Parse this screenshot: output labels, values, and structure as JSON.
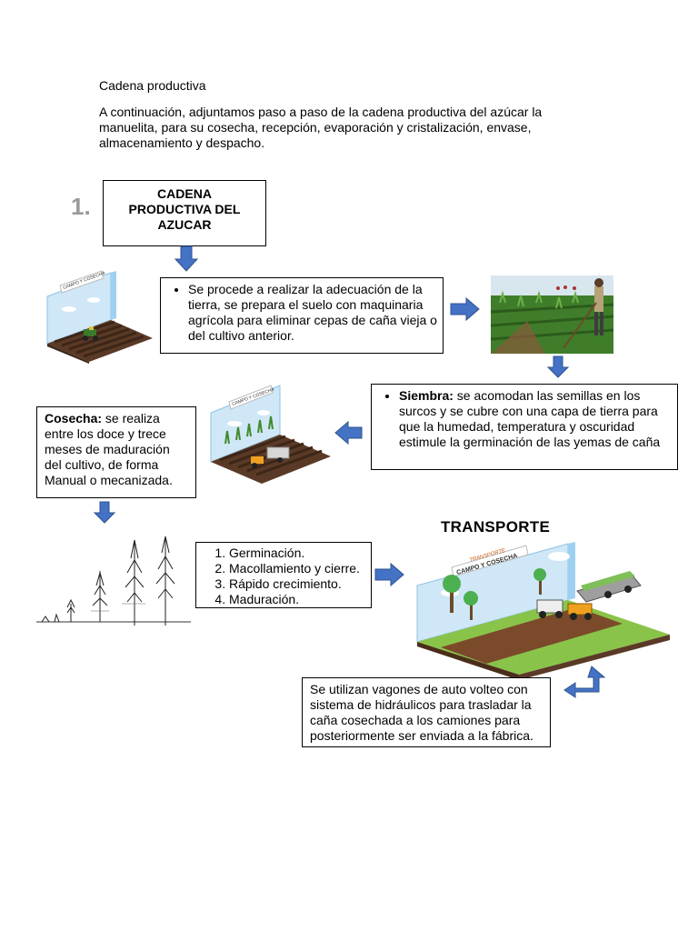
{
  "heading": "Cadena productiva",
  "intro": "A continuación, adjuntamos paso a paso de la cadena productiva del azúcar la manuelita, para su cosecha, recepción, evaporación y cristalización, envase, almacenamiento y despacho.",
  "step_number": "1.",
  "title_box": {
    "line1": "CADENA",
    "line2": "PRODUCTIVA DEL",
    "line3": "AZUCAR"
  },
  "preparation": {
    "text": "Se procede a realizar la adecuación de la tierra, se prepara el suelo con maquinaria agrícola para eliminar cepas de caña vieja o del cultivo anterior."
  },
  "sowing": {
    "label": "Siembra:",
    "text": " se acomodan las semillas en los surcos y se cubre con una capa de tierra para que la humedad, temperatura y oscuridad estimule la germinación de las yemas de caña"
  },
  "harvest": {
    "label": "Cosecha:",
    "text": " se realiza entre los doce y trece meses de maduración del cultivo, de forma Manual o mecanizada."
  },
  "growth_stages": [
    "Germinación.",
    "Macollamiento y cierre.",
    "Rápido crecimiento.",
    "Maduración."
  ],
  "transport": {
    "title": "TRANSPORTE",
    "text": "Se utilizan vagones de auto volteo con sistema de hidráulicos para trasladar la caña cosechada a los camiones para posteriormente ser enviada a la fábrica."
  },
  "image_labels": {
    "field_banner": "CAMPO Y COSECHA",
    "transport_banner_top": "TRANSPORTE",
    "transport_banner": "CAMPO Y COSECHA"
  },
  "colors": {
    "arrow": "#4472c4",
    "arrow_dark": "#2f528f",
    "soil": "#5a3a26",
    "grass": "#6aa84f"
  }
}
